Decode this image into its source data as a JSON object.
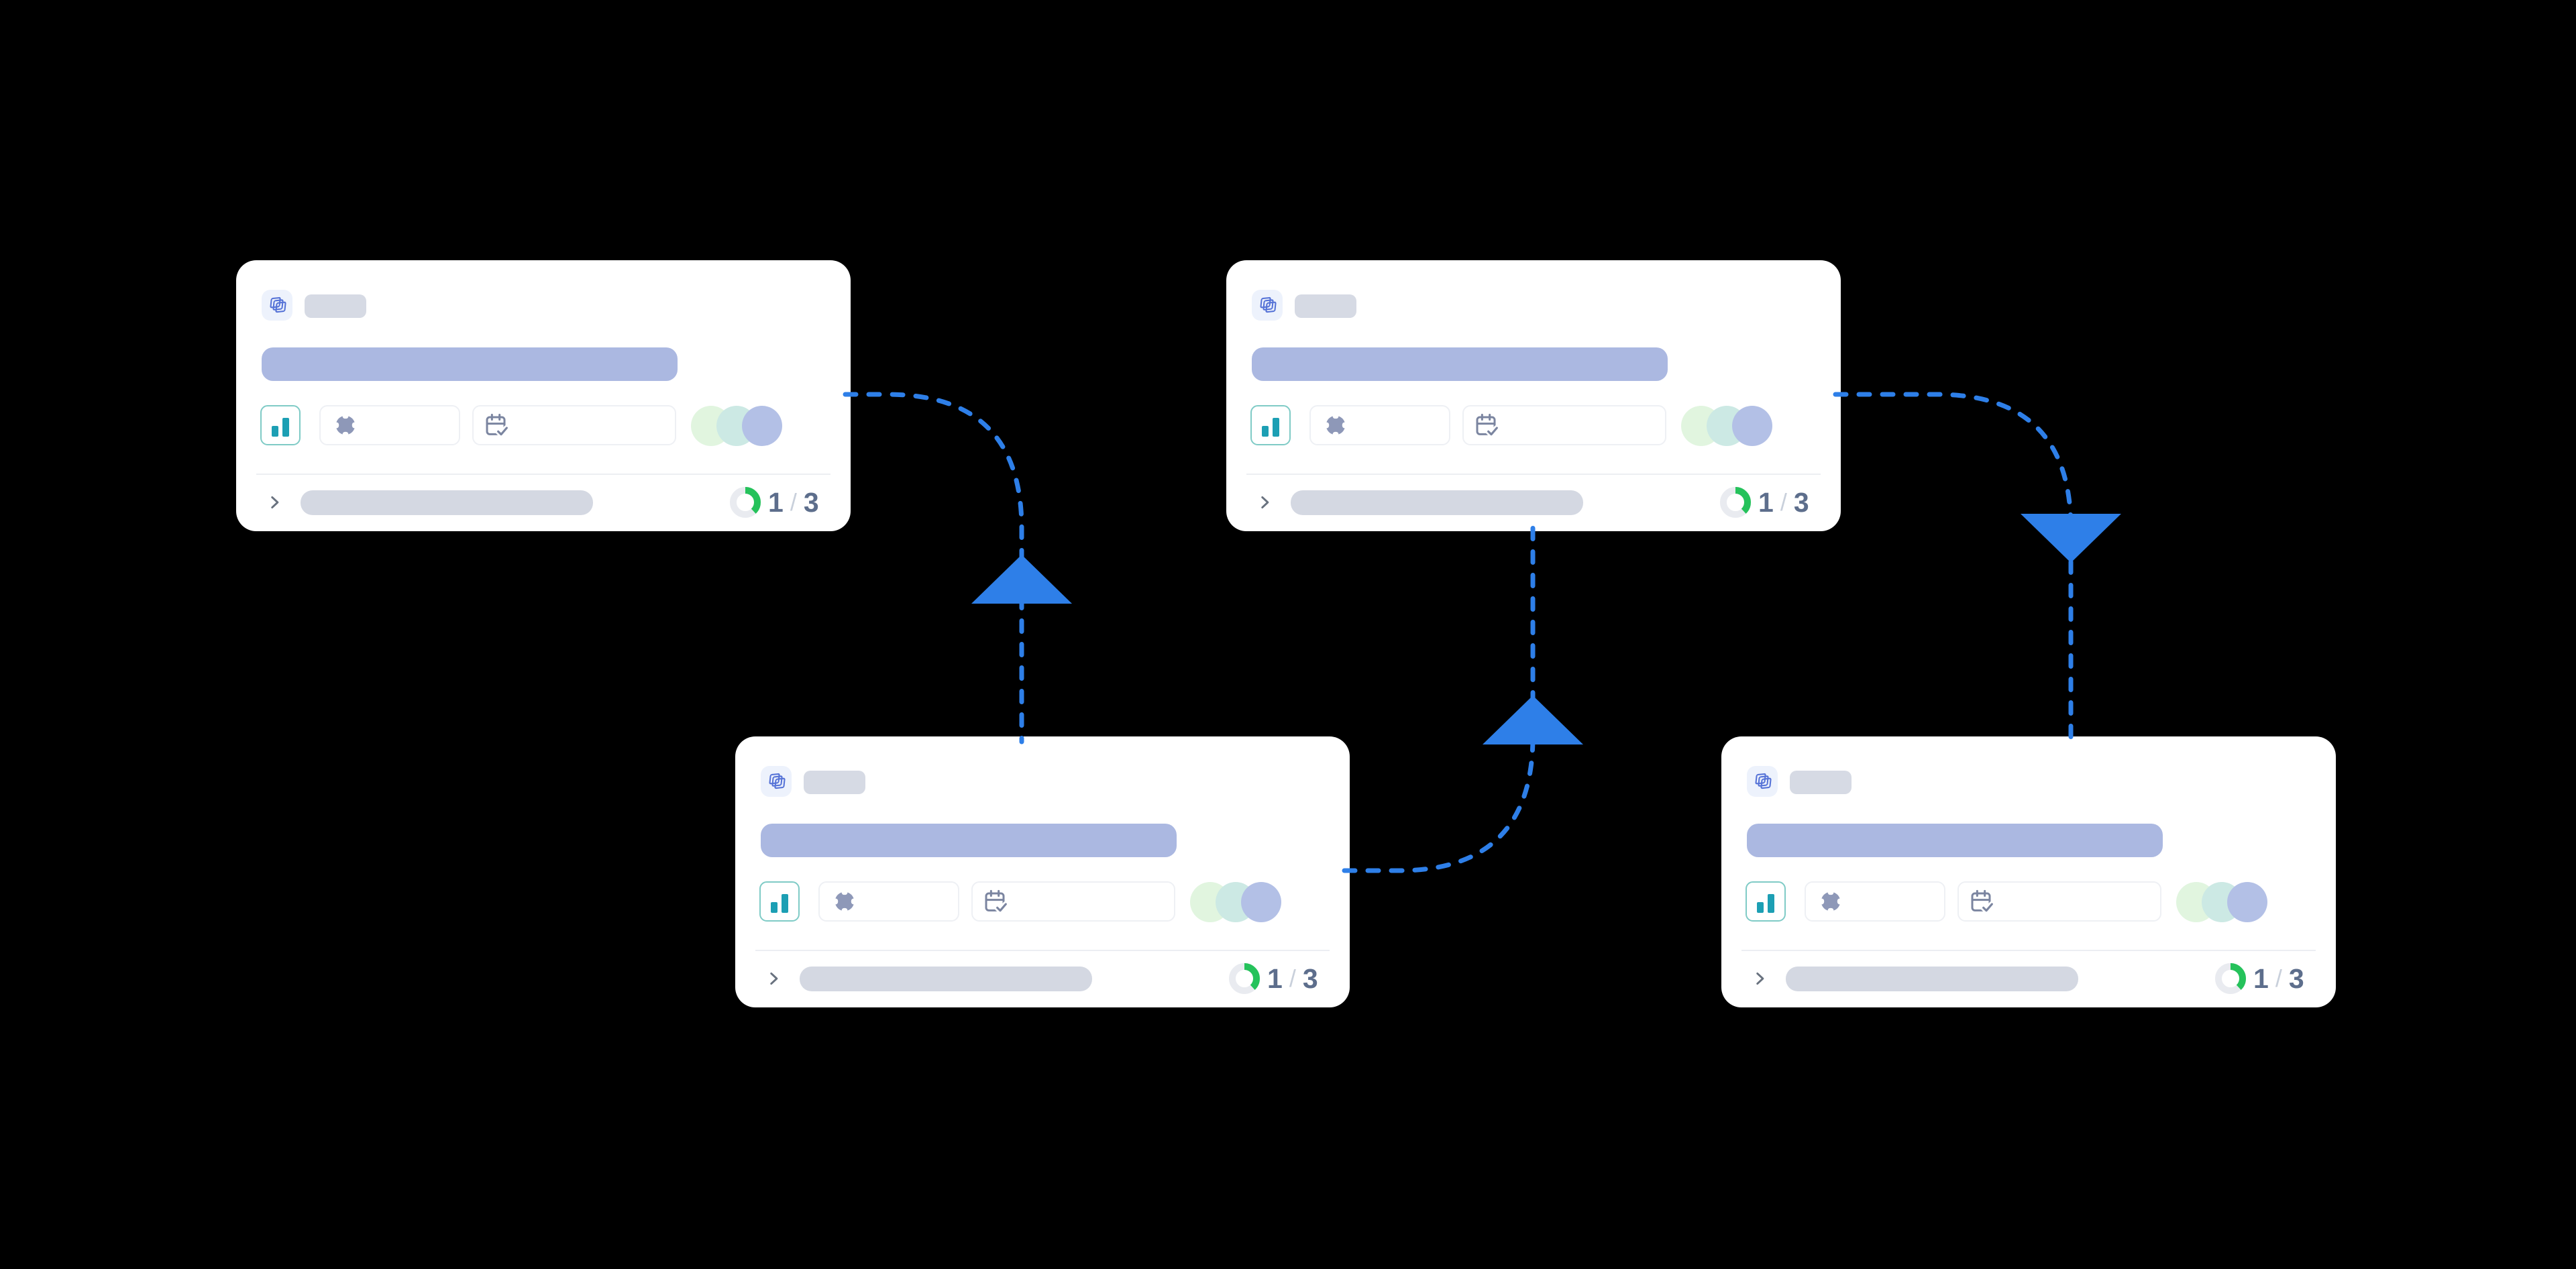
{
  "app": {
    "name": "workflow-dependency-canvas",
    "background": "#000000"
  },
  "colors": {
    "connector": "#2E7FE8",
    "card_bg": "#FFFFFF",
    "tile_bg": "#EDF2FC",
    "tile_icon": "#5673D7",
    "skeleton_pill": "#D6DAE4",
    "skeleton_title": "#ABB8E1",
    "skeleton_footer": "#D4D8E2",
    "metric_border": "#7FCBC6",
    "metric_bars": "#1C9FB4",
    "chip_border": "#EEF0F4",
    "status_icon": "#8E98B8",
    "calendar_icon": "#7B85A0",
    "avatar_green": "#E1F5DF",
    "avatar_teal": "#CCE9E4",
    "avatar_blue": "#B3C0E6",
    "divider": "#ECEEF2",
    "chevron": "#69727F",
    "progress_track": "#E9EBF0",
    "progress_fill": "#25C25B",
    "progress_digit": "#5D6E8C",
    "progress_slash": "#C9D0DB"
  },
  "icons": {
    "card_type": "layers-icon",
    "metric": "bar-chart-icon",
    "status": "life-ring-icon",
    "schedule": "calendar-check-icon",
    "expand": "chevron-right-icon"
  },
  "cards": [
    {
      "id": "card-1",
      "progress": {
        "current": "1",
        "separator": "/",
        "total": "3"
      },
      "progress_ratio": 0.38
    },
    {
      "id": "card-2",
      "progress": {
        "current": "1",
        "separator": "/",
        "total": "3"
      },
      "progress_ratio": 0.38
    },
    {
      "id": "card-3",
      "progress": {
        "current": "1",
        "separator": "/",
        "total": "3"
      },
      "progress_ratio": 0.38
    },
    {
      "id": "card-4",
      "progress": {
        "current": "1",
        "separator": "/",
        "total": "3"
      },
      "progress_ratio": 0.38
    }
  ],
  "connections": [
    {
      "from": "card-3",
      "to": "card-1",
      "arrow": "up"
    },
    {
      "from": "card-3",
      "to": "card-2",
      "arrow": "up"
    },
    {
      "from": "card-2",
      "to": "card-4",
      "arrow": "down"
    }
  ]
}
